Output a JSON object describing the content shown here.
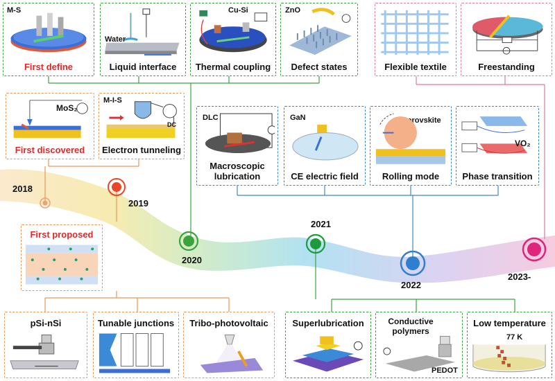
{
  "panels_top": [
    {
      "label": "M-S",
      "caption": "First define"
    },
    {
      "label": "Water",
      "caption": "Liquid interface"
    },
    {
      "label": "Cu-Si",
      "caption": "Thermal coupling"
    },
    {
      "label": "ZnO",
      "caption": "Defect states"
    },
    {
      "caption": "Flexible textile"
    },
    {
      "caption": "Freestanding"
    }
  ],
  "panels_2018": [
    {
      "label": "MoS₂",
      "caption": "First discovered"
    },
    {
      "label": "M-I-S",
      "caption": "Electron tunneling",
      "extra": "DC"
    }
  ],
  "panels_2022": [
    {
      "label": "DLC",
      "caption": "Macroscopic lubrication"
    },
    {
      "label": "GaN",
      "caption": "CE electric field"
    },
    {
      "label": "Perovskite",
      "caption": "Rolling mode"
    },
    {
      "label": "VO₂",
      "caption": "Phase transition"
    }
  ],
  "first_proposed": {
    "caption": "First proposed"
  },
  "panels_bottom": [
    {
      "caption": "pSi-nSi"
    },
    {
      "caption": "Tunable junctions"
    },
    {
      "caption": "Tribo-photovoltaic"
    },
    {
      "caption": "Superlubrication"
    },
    {
      "caption": "Conductive polymers",
      "extra": "PEDOT"
    },
    {
      "caption": "Low temperature",
      "extra": "77 K"
    }
  ],
  "years": [
    "2018",
    "2019",
    "2020",
    "2021",
    "2022",
    "2023-"
  ],
  "colors": {
    "green": "#3aa33c",
    "pink": "#e07aa0",
    "orange": "#e59a5a",
    "blue": "#3f88c8",
    "red": "#e02828"
  }
}
